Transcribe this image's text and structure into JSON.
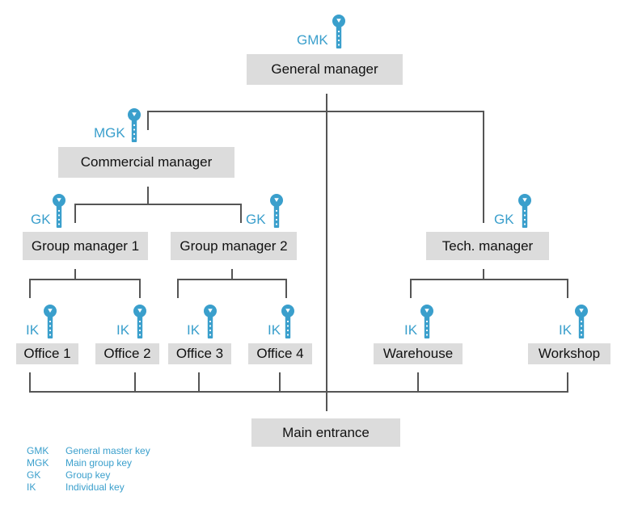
{
  "colors": {
    "key": "#3a9fcc",
    "box": "#dcdcdc",
    "line": "#555555"
  },
  "nodes": {
    "general_manager": "General manager",
    "commercial_manager": "Commercial manager",
    "group_manager_1": "Group manager 1",
    "group_manager_2": "Group manager 2",
    "tech_manager": "Tech. manager",
    "office_1": "Office 1",
    "office_2": "Office 2",
    "office_3": "Office 3",
    "office_4": "Office 4",
    "warehouse": "Warehouse",
    "workshop": "Workshop",
    "main_entrance": "Main entrance"
  },
  "keys": {
    "gmk": "GMK",
    "mgk": "MGK",
    "gk": "GK",
    "ik": "IK",
    "icon": "key-icon"
  },
  "legend": [
    {
      "abbr": "GMK",
      "desc": "General master key"
    },
    {
      "abbr": "MGK",
      "desc": "Main group key"
    },
    {
      "abbr": "GK",
      "desc": "Group key"
    },
    {
      "abbr": "IK",
      "desc": "Individual key"
    }
  ]
}
